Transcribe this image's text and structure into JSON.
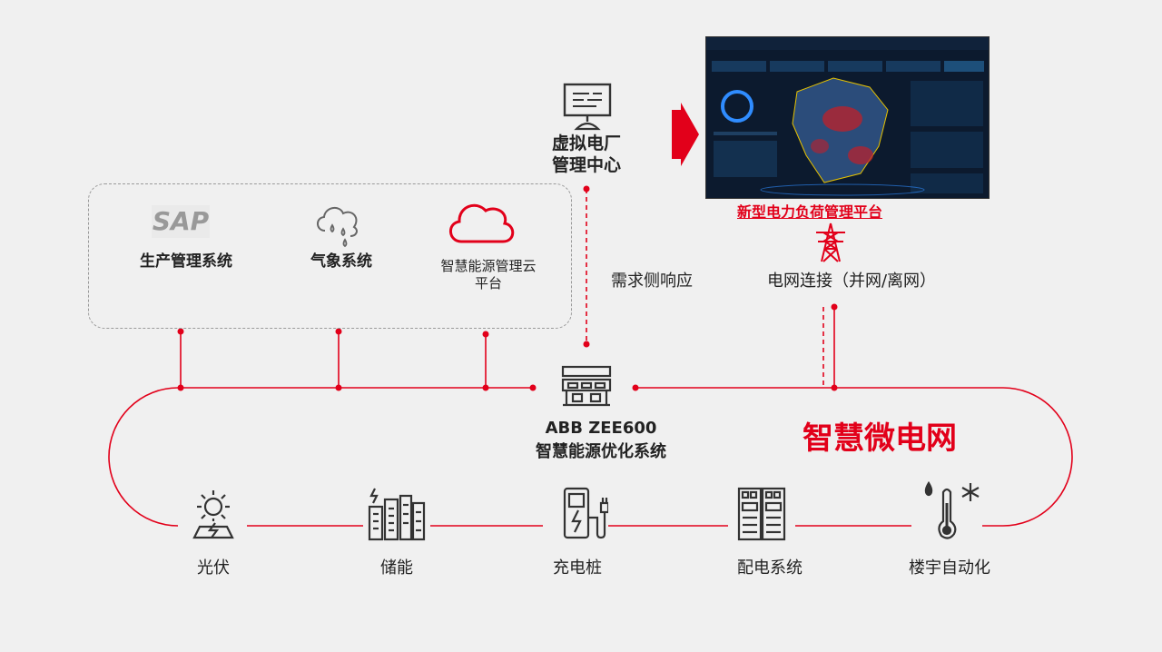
{
  "colors": {
    "accent": "#e2001a",
    "line": "#e2001a",
    "text": "#222222",
    "dash_box": "#9a9a9a",
    "background": "#f0f0f0"
  },
  "top": {
    "vpp_center": "虚拟电厂\n管理中心",
    "platform_name": "新型电力负荷管理平台",
    "grid_connection": "电网连接（并网/离网）",
    "demand_response": "需求侧响应"
  },
  "systems": {
    "sap_logo": "SAP",
    "production": "生产管理系统",
    "weather": "气象系统",
    "cloud": "智慧能源管理云\n平台"
  },
  "center": {
    "product": "ABB ZEE600",
    "product_desc": "智慧能源优化系统",
    "microgrid": "智慧微电网"
  },
  "devices": [
    {
      "label": "光伏",
      "icon": "solar-panel-icon"
    },
    {
      "label": "储能",
      "icon": "battery-storage-icon"
    },
    {
      "label": "充电桩",
      "icon": "ev-charger-icon"
    },
    {
      "label": "配电系统",
      "icon": "switchgear-icon"
    },
    {
      "label": "楼宇自动化",
      "icon": "thermometer-snowflake-icon"
    }
  ]
}
